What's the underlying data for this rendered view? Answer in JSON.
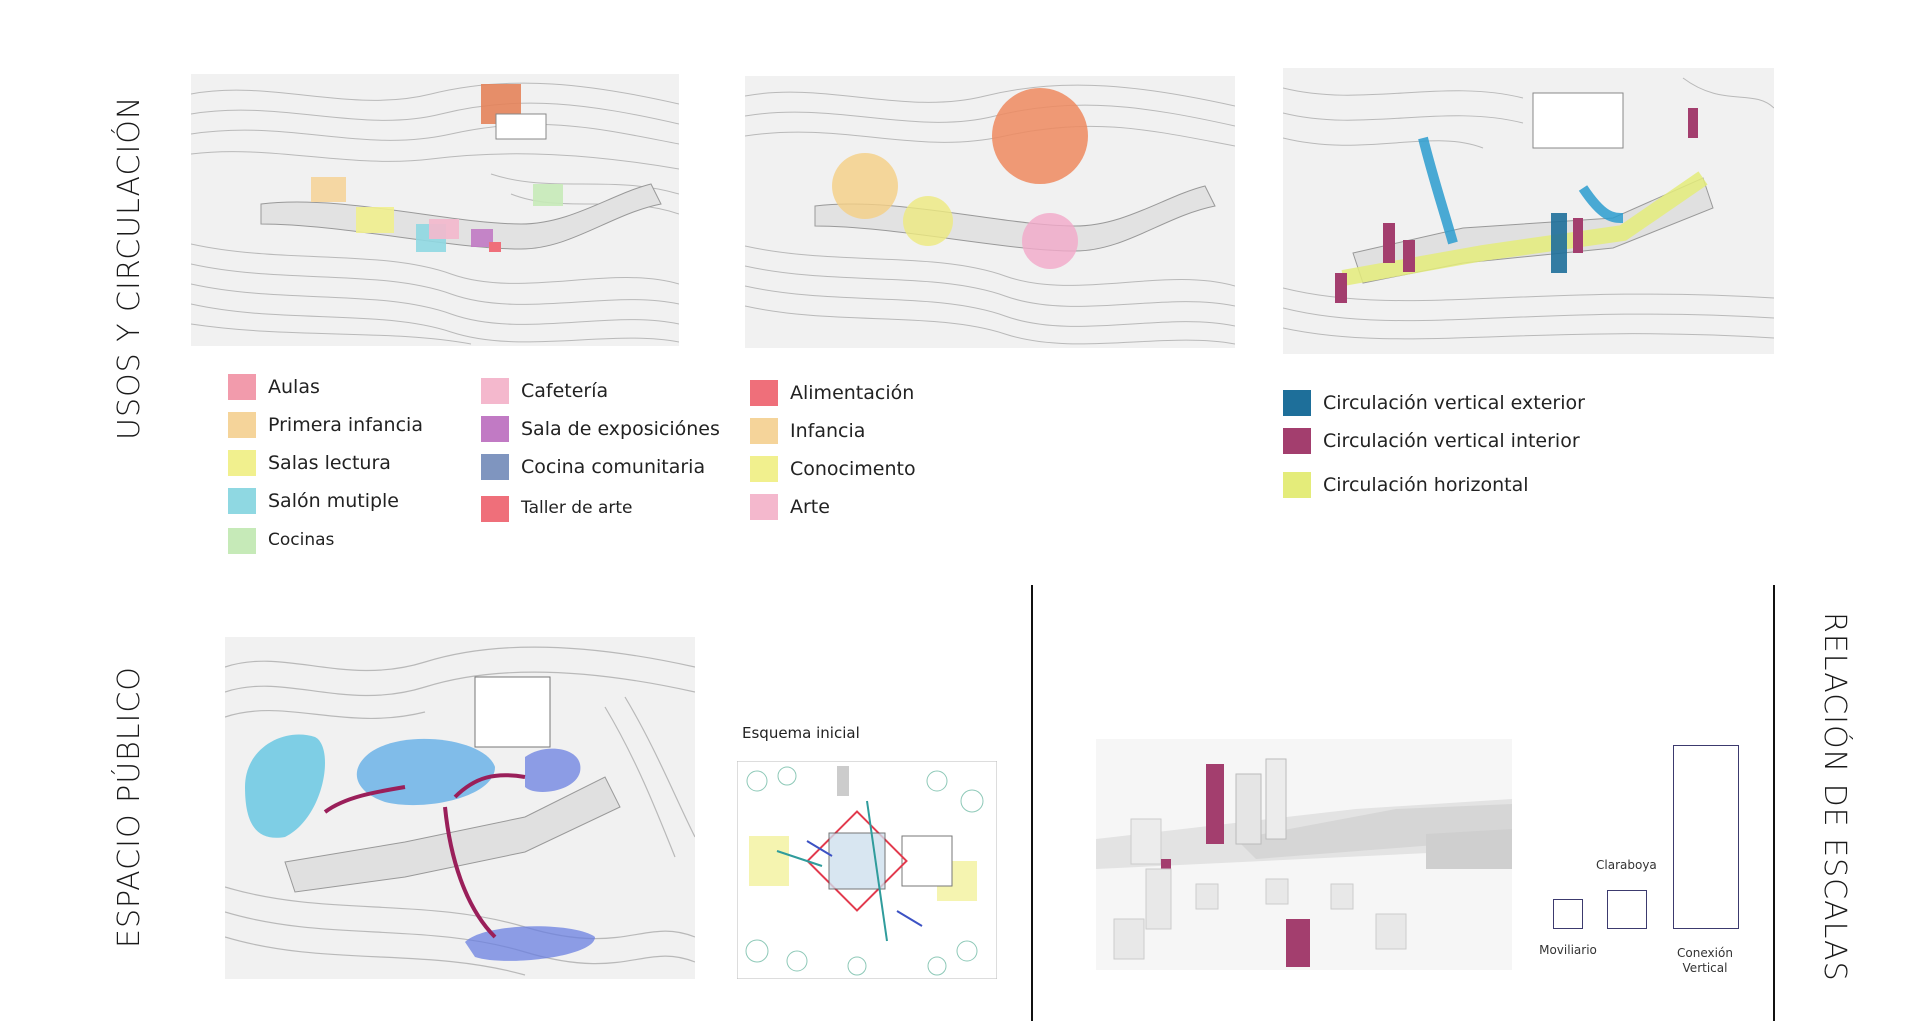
{
  "titles": {
    "usos": "USOS Y CIRCULACIÓN",
    "espacio": "ESPACIO PÚBLICO",
    "escalas": "RELACIÓN DE ESCALAS"
  },
  "legend_usos_1": [
    {
      "label": "Aulas",
      "color": "#f29bac"
    },
    {
      "label": "Primera infancia",
      "color": "#f5d49a"
    },
    {
      "label": "Salas lectura",
      "color": "#f1f08e"
    },
    {
      "label": "Salón mutiple",
      "color": "#8fd8e2"
    },
    {
      "label": "Cocinas",
      "color": "#c6eab8"
    }
  ],
  "legend_usos_2": [
    {
      "label": "Cafetería",
      "color": "#f4b8cd"
    },
    {
      "label": "Sala de exposiciónes",
      "color": "#c17ac4"
    },
    {
      "label": "Cocina comunitaria",
      "color": "#7f95bf"
    },
    {
      "label": "Taller de arte",
      "color": "#ef6f7a"
    }
  ],
  "legend_zonas": [
    {
      "label": "Alimentación",
      "color": "#ef6f7a"
    },
    {
      "label": "Infancia",
      "color": "#f5d49a"
    },
    {
      "label": "Conocimento",
      "color": "#f1f08e"
    },
    {
      "label": "Arte",
      "color": "#f4b8cd"
    }
  ],
  "legend_circulacion": [
    {
      "label": "Circulación vertical exterior",
      "color": "#1e6f9a"
    },
    {
      "label": "Circulación vertical interior",
      "color": "#a33e6e"
    },
    {
      "label": "Circulación horizontal",
      "color": "#e4ec7a"
    }
  ],
  "esquema_label": "Esquema inicial",
  "scales": [
    {
      "label": "Moviliario"
    },
    {
      "label": "Claraboya"
    },
    {
      "label": "Conexión Vertical"
    }
  ],
  "colors": {
    "terrain": "#f2f2f2",
    "contour": "#b8b8b8",
    "box_stroke": "#3c3a6e",
    "vertical_exterior": "#1e6f9a",
    "vertical_interior": "#a33e6e",
    "horizontal": "#e4ec7a",
    "public_cyan": "#57c2e0",
    "public_blue": "#6a7fe0",
    "arrow": "#9a1f5a"
  }
}
